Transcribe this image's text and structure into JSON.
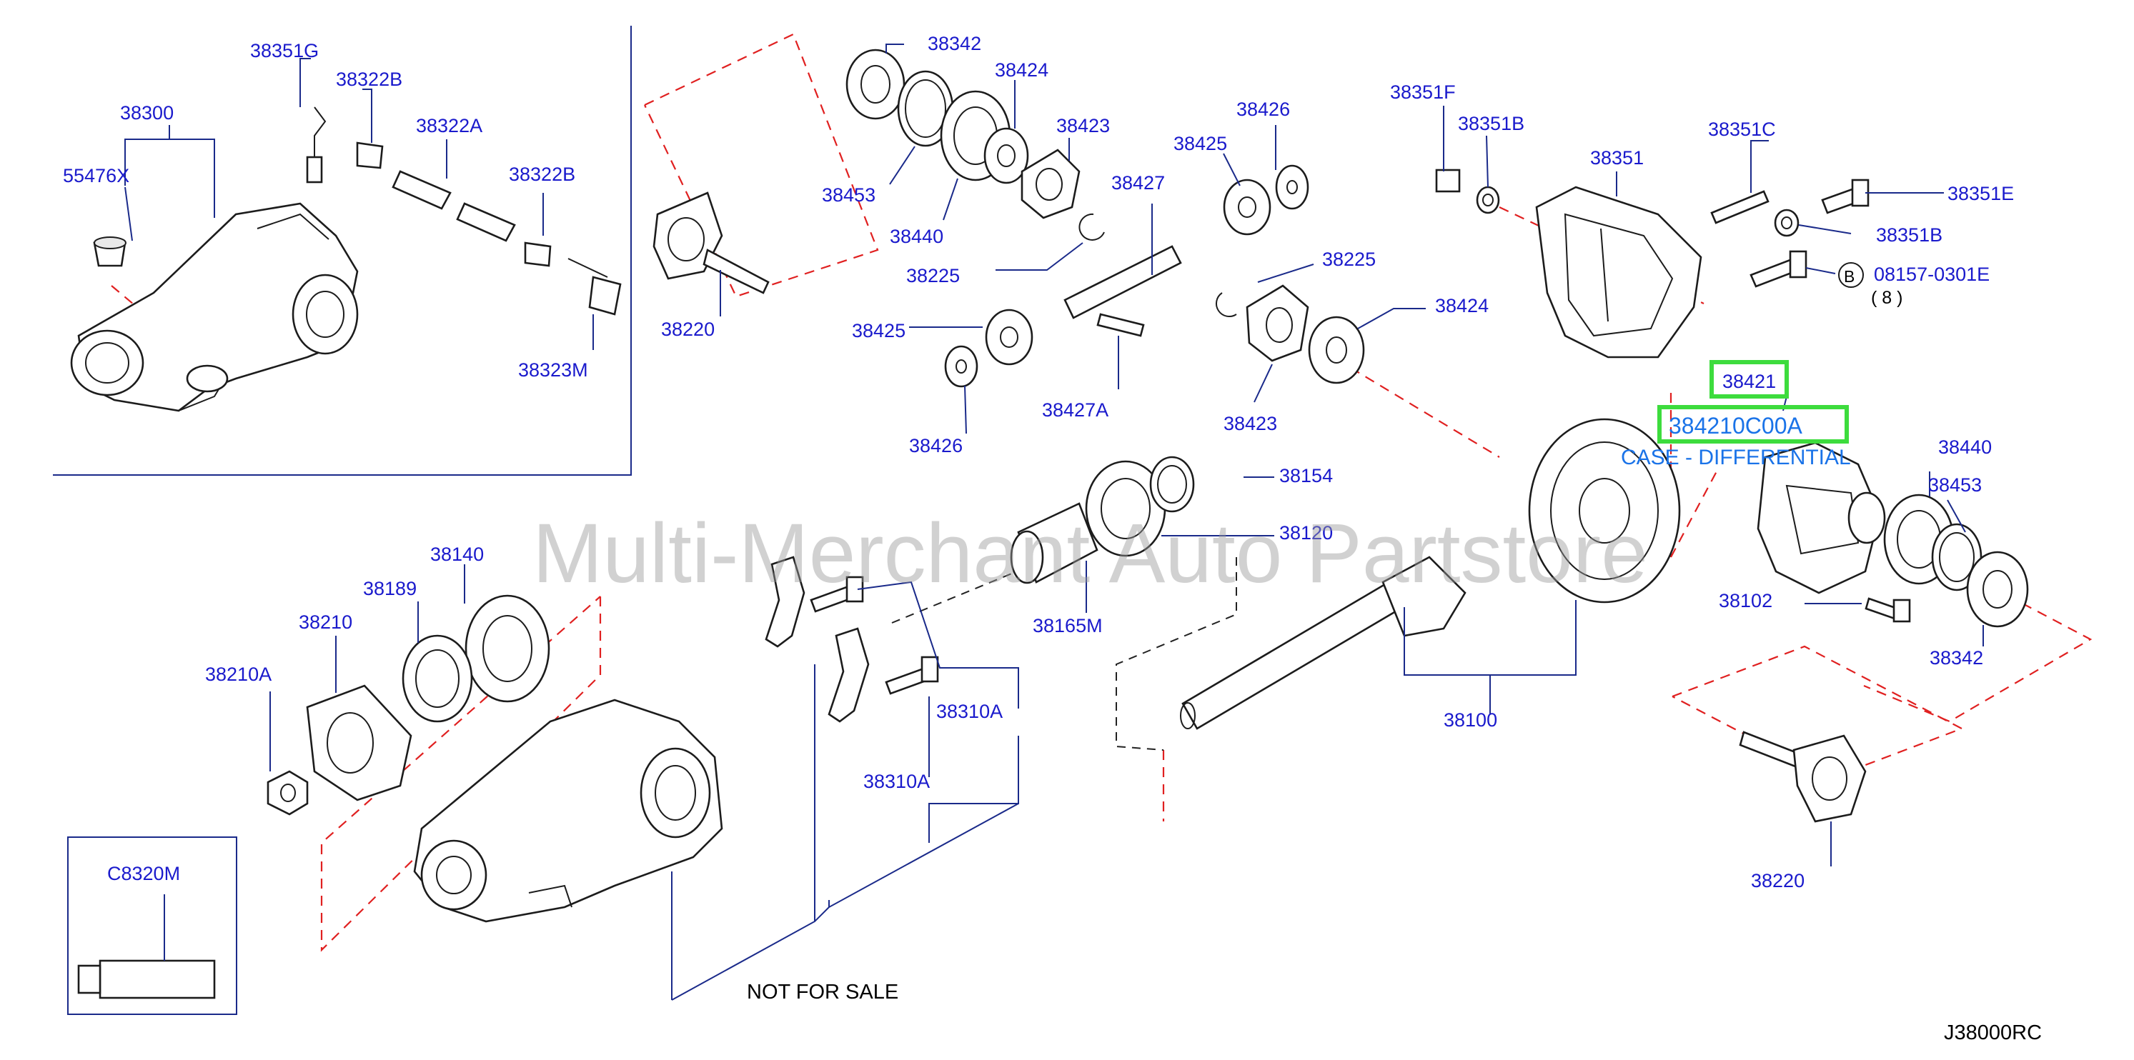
{
  "labels": {
    "p38351G": "38351G",
    "p38322B_a": "38322B",
    "p38300": "38300",
    "p38322A": "38322A",
    "p55476X": "55476X",
    "p38322B_b": "38322B",
    "p38323M": "38323M",
    "p38342_top": "38342",
    "p38424_top": "38424",
    "p38423_top": "38423",
    "p38453_top": "38453",
    "p38440_top": "38440",
    "p38225_top": "38225",
    "p38220_top": "38220",
    "p38427": "38427",
    "p38426_top": "38426",
    "p38425_top": "38425",
    "p38225_mid": "38225",
    "p38425_mid": "38425",
    "p38427A": "38427A",
    "p38426_mid": "38426",
    "p38424_mid": "38424",
    "p38423_mid": "38423",
    "p38351F": "38351F",
    "p38351B_a": "38351B",
    "p38351": "38351",
    "p38351C": "38351C",
    "p38351E": "38351E",
    "p38351B_b": "38351B",
    "p08157": "08157-0301E",
    "p08157_qty": "( 8 )",
    "circle_b": "B",
    "p38421": "38421",
    "p38440_right": "38440",
    "p38453_right": "38453",
    "p38102": "38102",
    "p38342_right": "38342",
    "p38220_right": "38220",
    "p38154": "38154",
    "p38120": "38120",
    "p38165M": "38165M",
    "p38100": "38100",
    "p38140": "38140",
    "p38189": "38189",
    "p38210": "38210",
    "p38210A": "38210A",
    "p38310A_a": "38310A",
    "p38310A_b": "38310A",
    "pC8320M": "C8320M"
  },
  "not_for_sale": "NOT   FOR   SALE",
  "diagram_code": "J38000RC",
  "selected_part": {
    "part_number": "38421",
    "full_number": "384210C00A",
    "description": "CASE - DIFFERENTIAL",
    "highlight_color": "#3ddc3d",
    "text_color": "#1a73e8"
  },
  "watermark": "Multi-Merchant Auto Partstore",
  "colors": {
    "label": "#1a1acc",
    "leader": "#1a2a8a",
    "dash": "#e02020",
    "outline": "#1c1c1c"
  }
}
